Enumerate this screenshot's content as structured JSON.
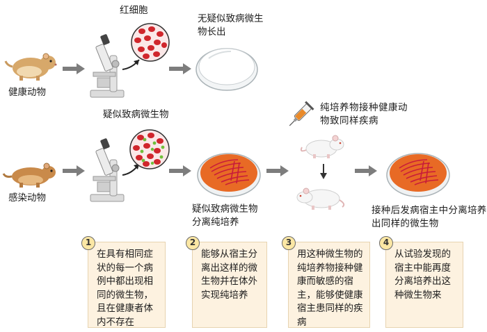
{
  "row1": {
    "animal_label": "健康动物",
    "zoom_label": "红细胞",
    "result_label": "无疑似致病微生物长出"
  },
  "row2": {
    "animal_label": "感染动物",
    "zoom_label": "疑似致病微生物",
    "culture_label": "疑似致病微生物分离纯培养",
    "inoculate_label": "纯培养物接种健康动物致同样疾病",
    "reisolate_label": "接种后发病宿主中分离培养出同样的微生物"
  },
  "steps": [
    {
      "num": "1",
      "text": "在具有相同症状的每一个病例中都出现相同的微生物，且在健康者体内不存在"
    },
    {
      "num": "2",
      "text": "能够从宿主分离出这样的微生物并在体外实现纯培养"
    },
    {
      "num": "3",
      "text": "用这种微生物的纯培养物接种健康而敏感的宿主，能够使健康宿主患同样的疾病"
    },
    {
      "num": "4",
      "text": "从试验发现的宿主中能再度分离培养出这种微生物来"
    }
  ],
  "colors": {
    "arrow": "#7d7d7d",
    "box_fill": "#fdf2e0",
    "badge_fill": "#fbe7a4",
    "blood_cell": "#d0262c",
    "microbe": "#6fbf3a",
    "agar": "#e86a25",
    "streak": "#c81b3a"
  }
}
